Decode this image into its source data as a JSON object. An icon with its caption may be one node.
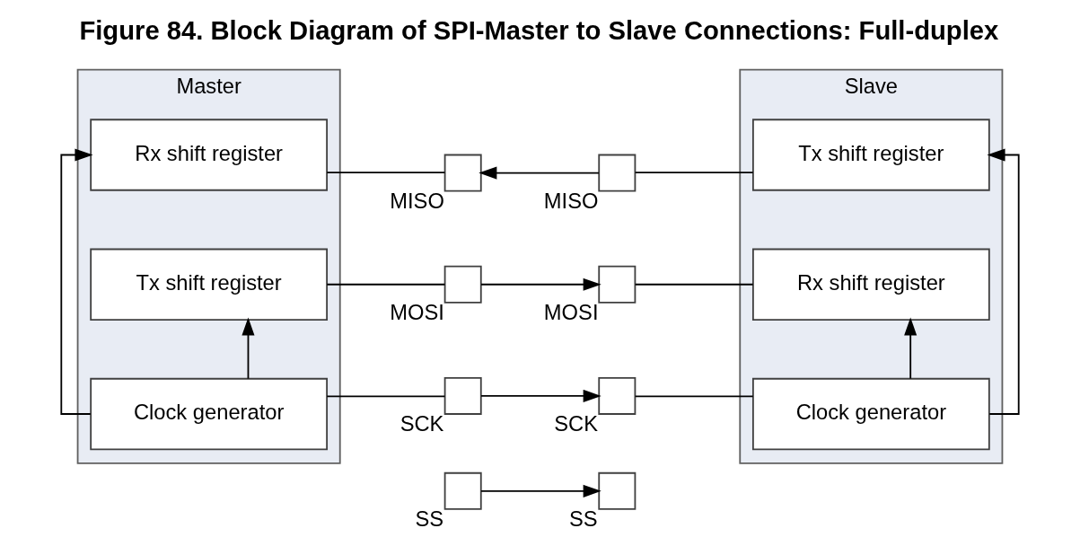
{
  "diagram": {
    "title": "Figure 84. Block Diagram of SPI-Master to Slave Connections: Full-duplex",
    "nodes": [
      {
        "text": [
          "Master"
        ]
      },
      {
        "text": [
          "Rx shift register"
        ],
        "in": 0
      },
      {
        "text": [
          "Tx shift register"
        ],
        "in": 0
      },
      {
        "text": [
          "Clock generator"
        ],
        "in": 0
      },
      {
        "text": [],
        "shape": "box",
        "beside": [
          "MISO"
        ]
      },
      {
        "text": [],
        "shape": "box",
        "beside": [
          "MOSI"
        ]
      },
      {
        "text": [],
        "shape": "box",
        "beside": [
          "SCK"
        ]
      },
      {
        "text": [],
        "shape": "box",
        "beside": [
          "SS"
        ]
      },
      {
        "text": [
          "Slave"
        ]
      },
      {
        "text": [
          "Tx shift register"
        ],
        "in": 8
      },
      {
        "text": [
          "Rx shift register"
        ],
        "in": 8
      },
      {
        "text": [
          "Clock generator"
        ],
        "in": 8
      },
      {
        "text": [],
        "shape": "box",
        "beside": [
          "MISO"
        ]
      },
      {
        "text": [],
        "shape": "box",
        "beside": [
          "MOSI"
        ]
      },
      {
        "text": [],
        "shape": "box",
        "beside": [
          "SCK"
        ]
      },
      {
        "text": [],
        "shape": "box",
        "beside": [
          "SS"
        ]
      }
    ],
    "edges": [
      {
        "from": 1,
        "to": 4,
        "arrow": "none"
      },
      {
        "from": 2,
        "to": 5,
        "arrow": "none"
      },
      {
        "from": 3,
        "to": 6,
        "arrow": "none"
      },
      {
        "from": 3,
        "to": 1,
        "arrow": "to"
      },
      {
        "from": 3,
        "to": 2,
        "arrow": "to"
      },
      {
        "from": 12,
        "to": 4,
        "arrow": "to"
      },
      {
        "from": 5,
        "to": 13,
        "arrow": "to"
      },
      {
        "from": 6,
        "to": 14,
        "arrow": "to"
      },
      {
        "from": 7,
        "to": 15,
        "arrow": "to"
      },
      {
        "from": 12,
        "to": 9,
        "arrow": "none"
      },
      {
        "from": 13,
        "to": 10,
        "arrow": "none"
      },
      {
        "from": 14,
        "to": 11,
        "arrow": "none"
      },
      {
        "from": 11,
        "to": 9,
        "arrow": "to"
      },
      {
        "from": 11,
        "to": 10,
        "arrow": "to"
      }
    ]
  }
}
